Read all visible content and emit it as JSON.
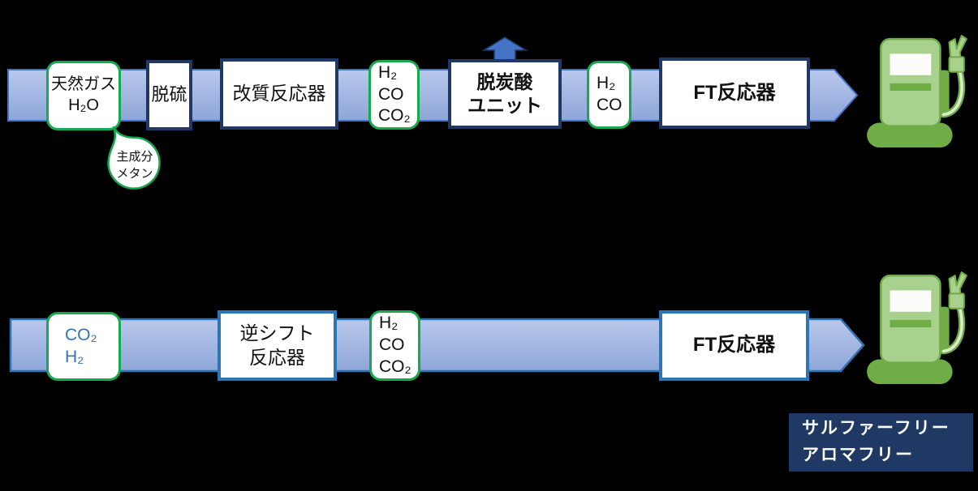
{
  "colors": {
    "background": "#000000",
    "band_fill_light": "#bac9ec",
    "band_fill_dark": "#8da5d8",
    "band_border_top_flow": "#4472c4",
    "band_border_bottom_flow": "#2e75b6",
    "navy_border": "#1f3864",
    "green_border": "#17a94f",
    "blue_text": "#2e75b6",
    "up_arrow_fill": "#4472c4",
    "pump_light_green": "#a9d18e",
    "pump_dark_green": "#70ad47",
    "label_bg": "#1f3864"
  },
  "top_flow": {
    "feed_box": {
      "lines": [
        "天然ガス",
        "H₂O"
      ]
    },
    "callout": {
      "lines": [
        "主成分",
        "メタン"
      ]
    },
    "desulfurization_box": {
      "label": "脱硫"
    },
    "reformer_box": {
      "label": "改質反応器"
    },
    "syngas_box": {
      "lines": [
        "H₂",
        "CO",
        "CO₂"
      ]
    },
    "decarbonation_box": {
      "lines": [
        "脱炭酸",
        "ユニット"
      ]
    },
    "h2co_box": {
      "lines": [
        "H₂",
        "CO"
      ]
    },
    "ft_reactor_box": {
      "label": "FT反応器"
    }
  },
  "bottom_flow": {
    "feed_box": {
      "lines": [
        "CO₂",
        "H₂"
      ]
    },
    "reverse_shift_box": {
      "lines": [
        "逆シフト",
        "反応器"
      ]
    },
    "syngas_box": {
      "lines": [
        "H₂",
        "CO",
        "CO₂"
      ]
    },
    "ft_reactor_box": {
      "label": "FT反応器"
    },
    "product_label": {
      "lines": [
        "サルファーフリー",
        "アロマフリー"
      ]
    }
  }
}
